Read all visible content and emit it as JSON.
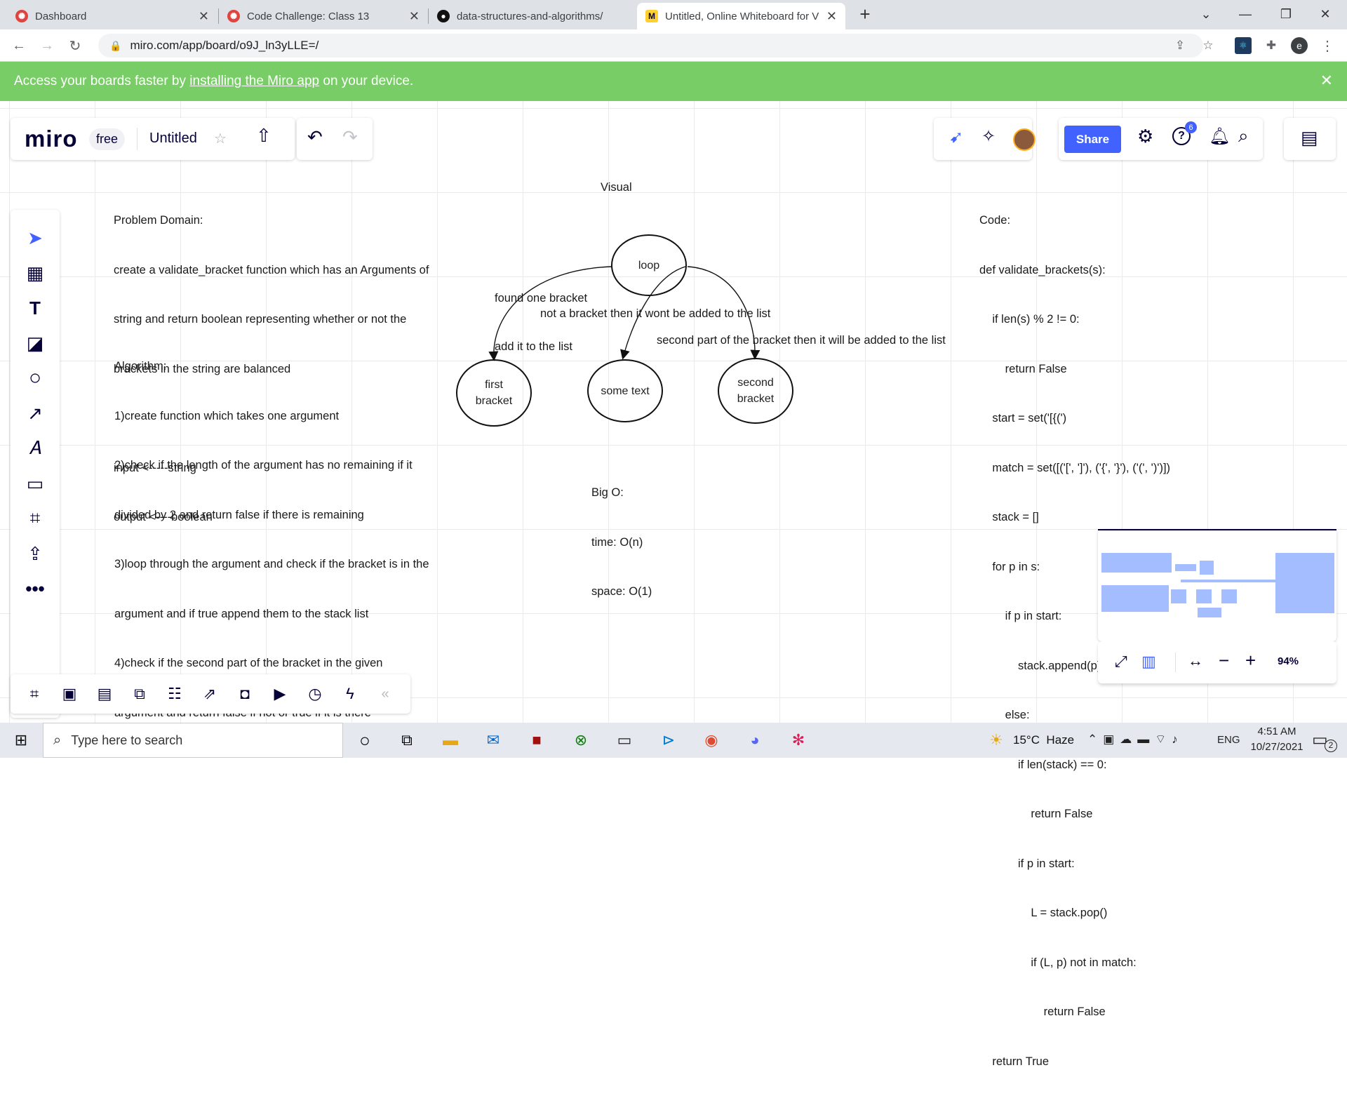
{
  "browser": {
    "tabs": [
      {
        "title": "Dashboard"
      },
      {
        "title": "Code Challenge: Class 13"
      },
      {
        "title": "data-structures-and-algorithms/"
      },
      {
        "title": "Untitled, Online Whiteboard for V"
      }
    ],
    "new_tab": "+",
    "url": "miro.com/app/board/o9J_ln3yLLE=/",
    "profile_initial": "e"
  },
  "banner": {
    "prefix": "Access your boards faster by ",
    "link": "installing the Miro app",
    "suffix": " on your device."
  },
  "miro": {
    "logo": "miro",
    "plan": "free",
    "board_title": "Untitled",
    "share_label": "Share",
    "help_badge": "6",
    "zoom": "94%"
  },
  "board": {
    "problem": [
      "Problem Domain:",
      "create a validate_bracket function which has an Arguments of",
      "string and return boolean representing whether or not the",
      "brackets in the string are balanced",
      "",
      "input <-----string",
      "output <----boolean"
    ],
    "algorithm": [
      "Algorithm:",
      "1)create function which takes one argument",
      "2)check if the length of the argument has no remaining if it",
      "divided by 2 and return false if there is remaining",
      "3)loop through the argument and check if the bracket is in the",
      "argument and if true append them to the stack list",
      "4)check if the second part of the bracket in the given",
      "argument and return false if not or true if it is there"
    ],
    "visual_title": "Visual",
    "found_label": [
      "found one bracket",
      "add it to the list"
    ],
    "not_label": "not a bracket then it wont be added to the list",
    "second_label": "second part of the bracket then it will be added to the list",
    "nodes": {
      "loop": "loop",
      "first": [
        "first",
        "bracket"
      ],
      "some": "some text",
      "second": [
        "second",
        "bracket"
      ]
    },
    "bigo": [
      "Big O:",
      "time: O(n)",
      "space: O(1)"
    ],
    "code": [
      "Code:",
      "def validate_brackets(s):",
      "    if len(s) % 2 != 0:",
      "        return False",
      "    start = set('[{(')",
      "    match = set([('[', ']'), ('{', '}'), ('(', ')')])",
      "    stack = []",
      "    for p in s:",
      "        if p in start:",
      "            stack.append(p)",
      "        else:",
      "            if len(stack) == 0:",
      "                return False",
      "            if p in start:",
      "                L = stack.pop()",
      "                if (L, p) not in match:",
      "                    return False",
      "    return True"
    ]
  },
  "taskbar": {
    "search_placeholder": "Type here to search",
    "weather": "15°C  Haze",
    "language": "ENG",
    "time": "4:51 AM",
    "date": "10/27/2021",
    "notifications": "2"
  }
}
